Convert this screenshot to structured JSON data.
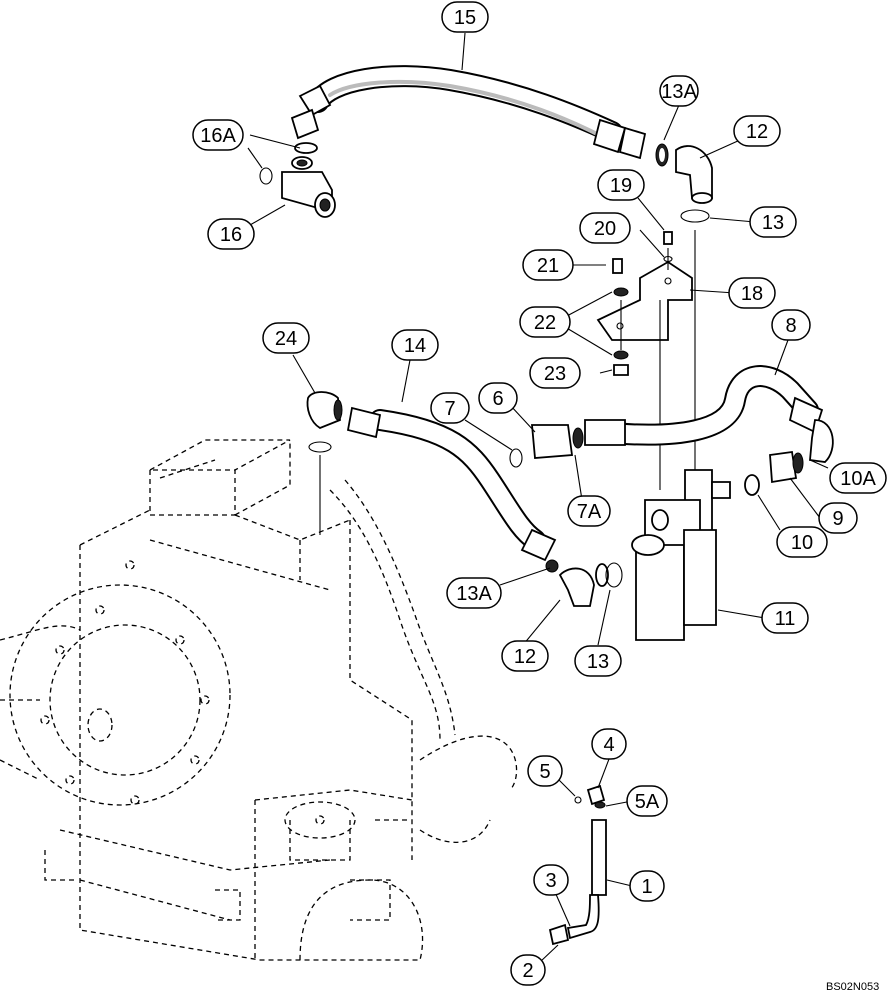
{
  "reference_code": "BS02N053",
  "callouts": [
    {
      "id": "c15",
      "label": "15"
    },
    {
      "id": "c13a_top",
      "label": "13A"
    },
    {
      "id": "c12_top",
      "label": "12"
    },
    {
      "id": "c16a",
      "label": "16A"
    },
    {
      "id": "c16",
      "label": "16"
    },
    {
      "id": "c19",
      "label": "19"
    },
    {
      "id": "c13_top",
      "label": "13"
    },
    {
      "id": "c20",
      "label": "20"
    },
    {
      "id": "c21",
      "label": "21"
    },
    {
      "id": "c18",
      "label": "18"
    },
    {
      "id": "c22",
      "label": "22"
    },
    {
      "id": "c24",
      "label": "24"
    },
    {
      "id": "c14",
      "label": "14"
    },
    {
      "id": "c8",
      "label": "8"
    },
    {
      "id": "c23",
      "label": "23"
    },
    {
      "id": "c6",
      "label": "6"
    },
    {
      "id": "c7",
      "label": "7"
    },
    {
      "id": "c10a",
      "label": "10A"
    },
    {
      "id": "c9",
      "label": "9"
    },
    {
      "id": "c7a",
      "label": "7A"
    },
    {
      "id": "c10",
      "label": "10"
    },
    {
      "id": "c13a_mid",
      "label": "13A"
    },
    {
      "id": "c11",
      "label": "11"
    },
    {
      "id": "c12_mid",
      "label": "12"
    },
    {
      "id": "c13_mid",
      "label": "13"
    },
    {
      "id": "c4",
      "label": "4"
    },
    {
      "id": "c5",
      "label": "5"
    },
    {
      "id": "c5a",
      "label": "5A"
    },
    {
      "id": "c1",
      "label": "1"
    },
    {
      "id": "c3",
      "label": "3"
    },
    {
      "id": "c2",
      "label": "2"
    }
  ]
}
